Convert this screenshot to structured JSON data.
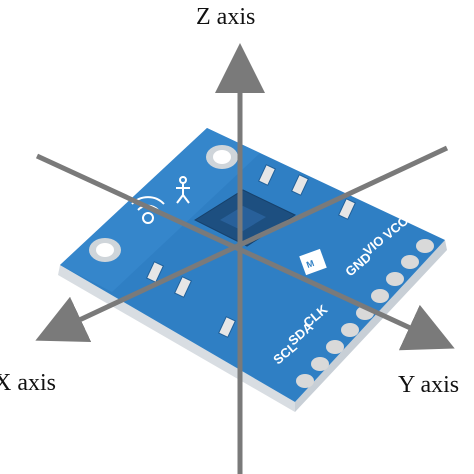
{
  "axes": {
    "z_label": "Z axis",
    "x_label": "X axis",
    "y_label": "Y axis"
  },
  "board": {
    "pin_labels": [
      "VCC",
      "VIO",
      "GND",
      "CLK",
      "SDA",
      "SCL"
    ],
    "chip_marking": "M"
  },
  "colors": {
    "board_blue": "#2f7fc4",
    "board_blue_dark": "#1f5f99",
    "axis_gray": "#7a7a7a",
    "pad_silver": "#d9d9d9"
  }
}
